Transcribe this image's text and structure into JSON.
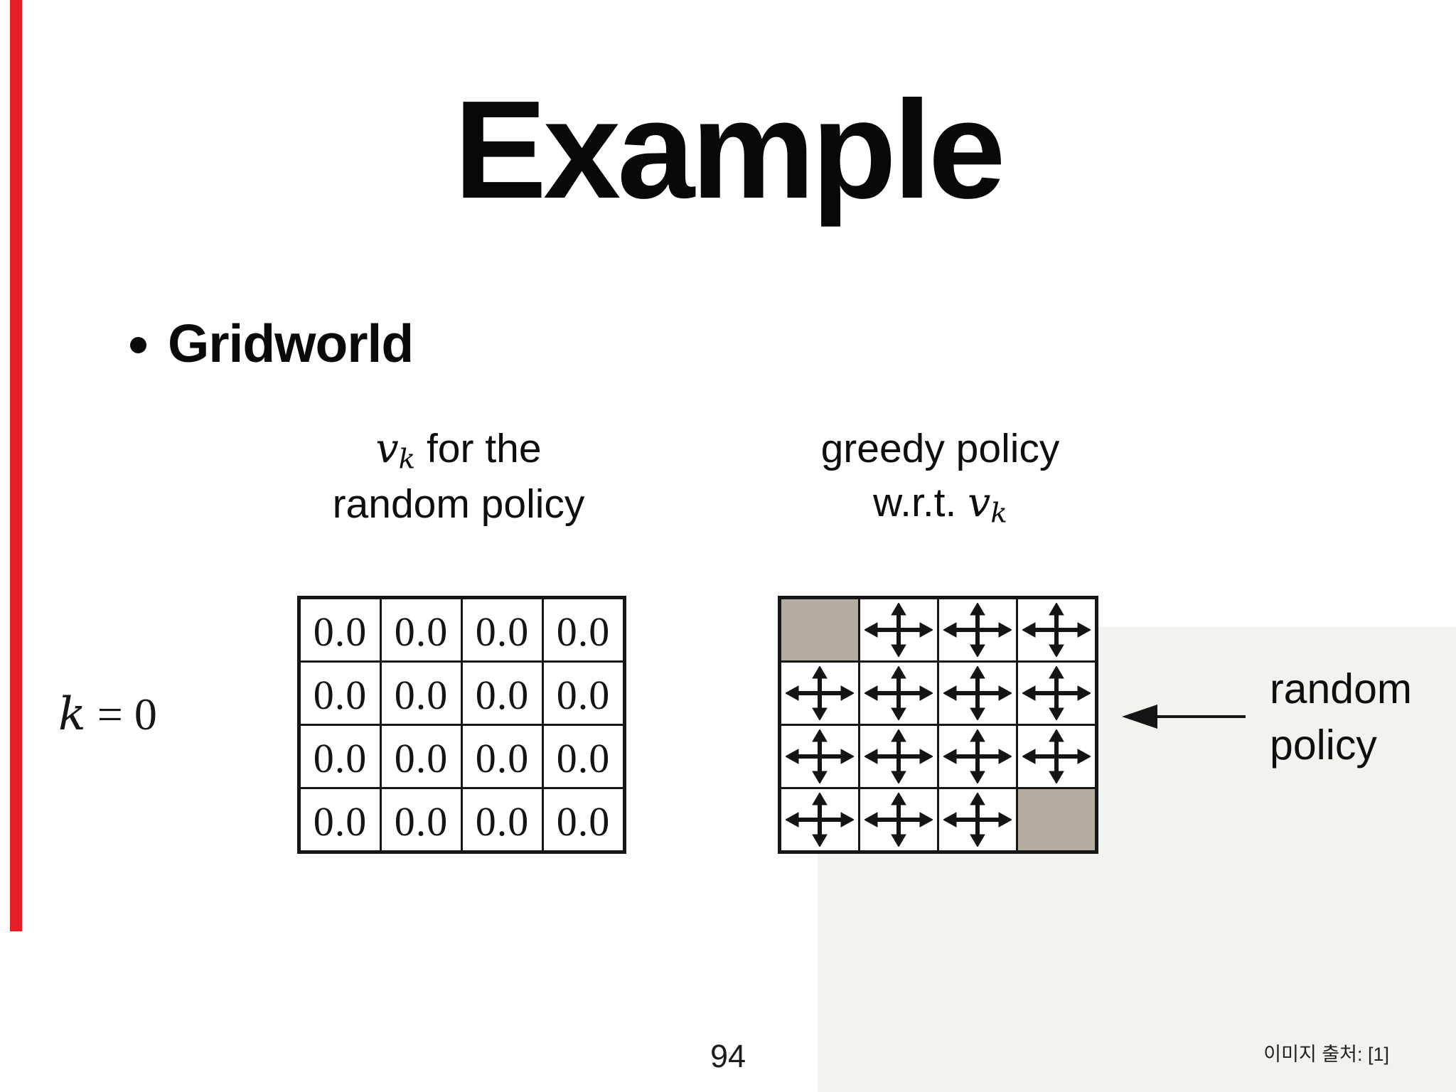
{
  "slide": {
    "title": "Example",
    "bullet": "Gridworld",
    "iteration_label": {
      "var": "k",
      "eq": " = ",
      "value": "0"
    },
    "left_figure": {
      "label": {
        "math_var": "v",
        "math_sub": "k",
        "line1_rest": " for the",
        "line2": "random policy"
      },
      "grid": [
        [
          "0.0",
          "0.0",
          "0.0",
          "0.0"
        ],
        [
          "0.0",
          "0.0",
          "0.0",
          "0.0"
        ],
        [
          "0.0",
          "0.0",
          "0.0",
          "0.0"
        ],
        [
          "0.0",
          "0.0",
          "0.0",
          "0.0"
        ]
      ]
    },
    "right_figure": {
      "label": {
        "line1": "greedy policy",
        "line2_prefix": "w.r.t. ",
        "math_var": "v",
        "math_sub": "k"
      },
      "grid": [
        [
          "terminal",
          "policy",
          "policy",
          "policy"
        ],
        [
          "policy",
          "policy",
          "policy",
          "policy"
        ],
        [
          "policy",
          "policy",
          "policy",
          "policy"
        ],
        [
          "policy",
          "policy",
          "policy",
          "terminal"
        ]
      ]
    },
    "annotation": {
      "line1": "random",
      "line2": "policy"
    },
    "page_number": "94",
    "credit": "이미지 출처: [1]",
    "colors": {
      "red_bar": "#e51e28",
      "terminal_gray": "#b3aca1",
      "tint_background": "#f2f2ef",
      "ink": "#111111"
    }
  }
}
